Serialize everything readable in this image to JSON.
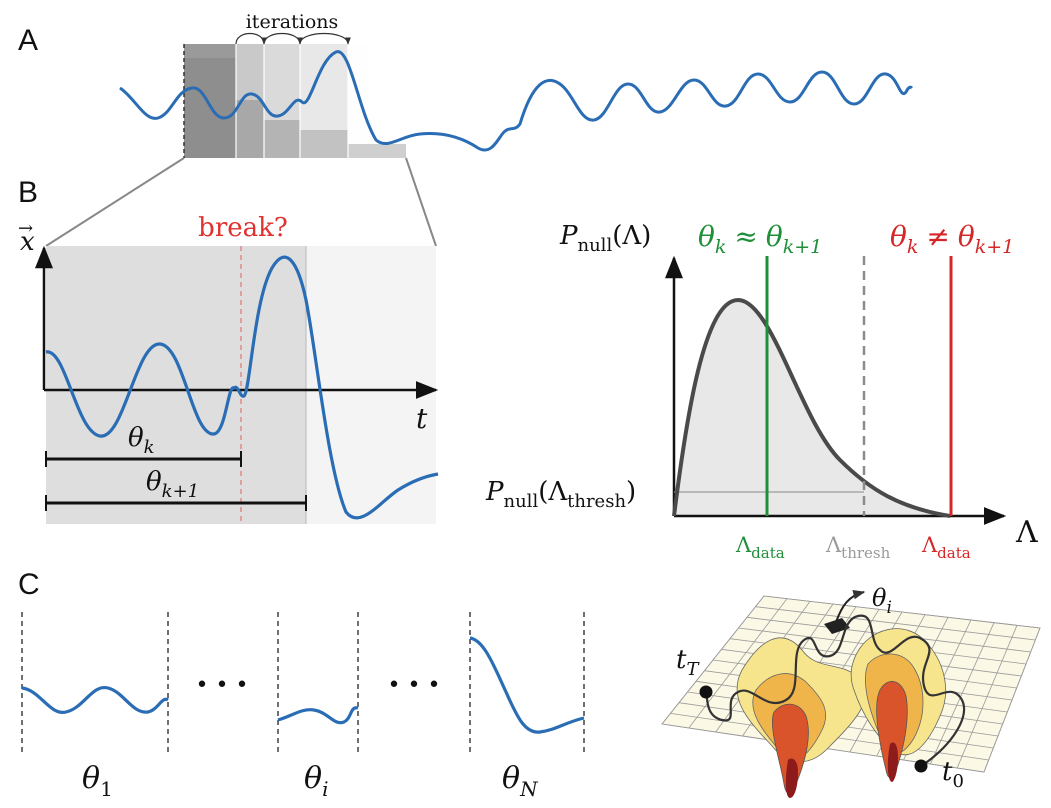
{
  "panels": {
    "a": "A",
    "b": "B",
    "c": "C"
  },
  "panel_a": {
    "iterations_label": "iterations"
  },
  "panel_b": {
    "x_axis_symbol": "x",
    "x_arrow": "→",
    "time_symbol": "t",
    "break_label": "break?",
    "theta_k": {
      "base": "θ",
      "sub": "k"
    },
    "theta_k1": {
      "base": "θ",
      "sub": "k+1"
    }
  },
  "panel_b_right": {
    "y_label": {
      "base": "P",
      "sub": "null",
      "arg": "(Λ)"
    },
    "thresh_label": {
      "base": "P",
      "sub": "null",
      "arg_open": "(Λ",
      "arg_sub": "thresh",
      "arg_close": ")"
    },
    "x_symbol": "Λ",
    "approx_label": {
      "a": "θ",
      "a_sub": "k",
      "op": "≈",
      "b": "θ",
      "b_sub": "k+1"
    },
    "neq_label": {
      "a": "θ",
      "a_sub": "k",
      "op": "≠",
      "b": "θ",
      "b_sub": "k+1"
    },
    "tick_data_green": {
      "base": "Λ",
      "sub": "data"
    },
    "tick_thresh": {
      "base": "Λ",
      "sub": "thresh"
    },
    "tick_data_red": {
      "base": "Λ",
      "sub": "data"
    }
  },
  "panel_c": {
    "ellipsis": "• • •",
    "theta_1": {
      "base": "θ",
      "sub": "1"
    },
    "theta_i": {
      "base": "θ",
      "sub": "i"
    },
    "theta_N": {
      "base": "θ",
      "sub": "N"
    },
    "surface_theta_i": {
      "base": "θ",
      "sub": "i"
    },
    "t_T": {
      "base": "t",
      "sub": "T"
    },
    "t_0": {
      "base": "t",
      "sub": "0"
    }
  },
  "colors": {
    "signal_blue": "#2a6db5",
    "break_red": "#e0312f",
    "approx_green": "#1f8f3a",
    "neq_red": "#d62728",
    "thresh_gray": "#8c8c8c",
    "density_dark": "#4a4a4a"
  }
}
